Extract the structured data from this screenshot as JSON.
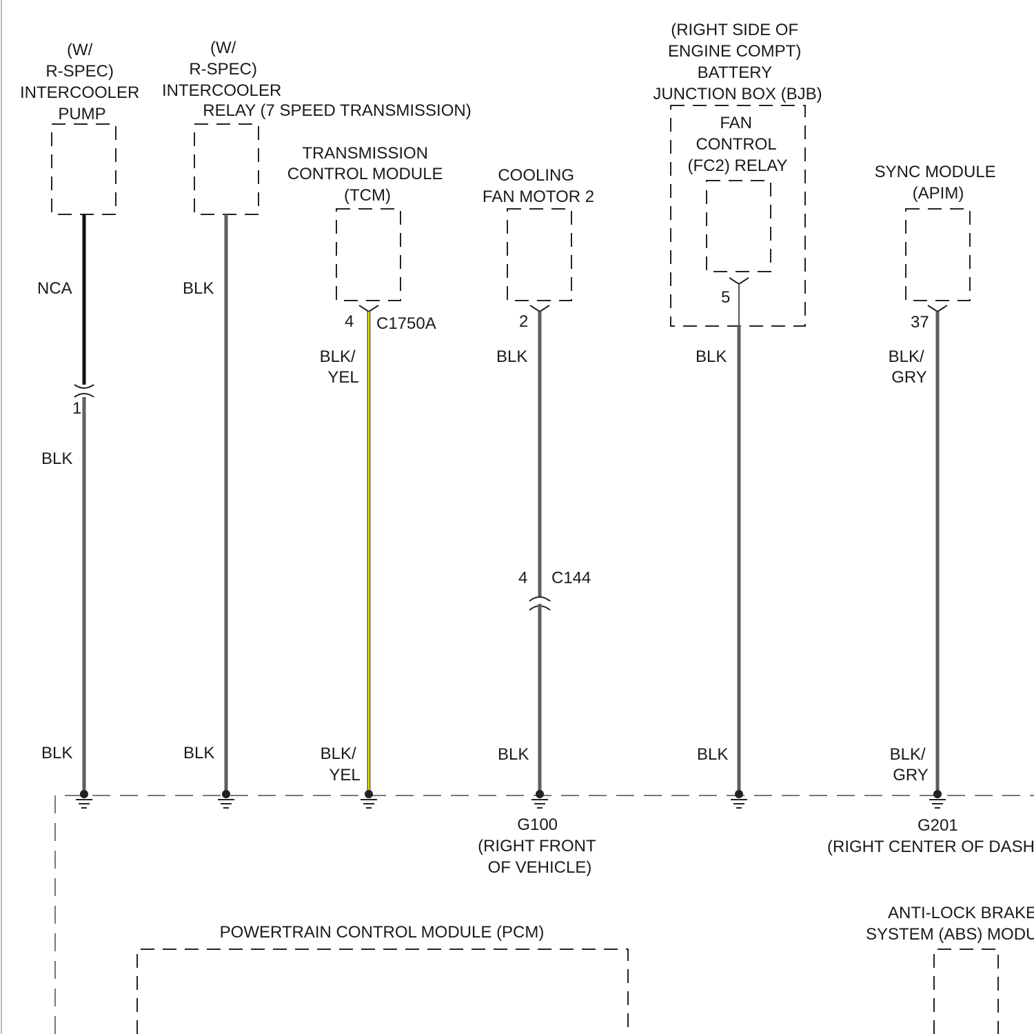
{
  "components": {
    "intercooler_pump": {
      "lines": [
        "(W/",
        "R-SPEC)",
        "INTERCOOLER",
        "PUMP"
      ]
    },
    "intercooler_relay": {
      "lines": [
        "(W/",
        "R-SPEC)",
        "INTERCOOLER",
        "RELAY (7 SPEED TRANSMISSION)"
      ]
    },
    "tcm": {
      "lines": [
        "TRANSMISSION",
        "CONTROL MODULE",
        "(TCM)"
      ]
    },
    "fan_motor": {
      "lines": [
        "COOLING",
        "FAN MOTOR 2"
      ]
    },
    "bjb": {
      "lines": [
        "(RIGHT SIDE OF",
        "ENGINE COMPT)",
        "BATTERY",
        "JUNCTION BOX (BJB)"
      ]
    },
    "fc2_relay": {
      "lines": [
        "FAN",
        "CONTROL",
        "(FC2) RELAY"
      ]
    },
    "sync": {
      "lines": [
        "SYNC MODULE",
        "(APIM)"
      ]
    },
    "pcm": {
      "lines": [
        "POWERTRAIN CONTROL MODULE (PCM)"
      ]
    },
    "abs": {
      "lines": [
        "ANTI-LOCK BRAKE",
        "SYSTEM (ABS) MODULE"
      ]
    }
  },
  "pins": {
    "tcm": "4",
    "tcm_connector": "C1750A",
    "fan_motor": "2",
    "fc2_relay": "5",
    "sync": "37",
    "pump_inline": "1",
    "c144_pin": "4",
    "c144": "C144"
  },
  "wires": {
    "pump_upper": "NCA",
    "pump_lower_1": "BLK",
    "pump_lower_2": "BLK",
    "relay_1": "BLK",
    "relay_2": "BLK",
    "tcm_1": [
      "BLK/",
      "YEL"
    ],
    "tcm_2": [
      "BLK/",
      "YEL"
    ],
    "fan_1": "BLK",
    "fan_2": "BLK",
    "bjb_1": "BLK",
    "bjb_2": "BLK",
    "sync_1": [
      "BLK/",
      "GRY"
    ],
    "sync_2": [
      "BLK/",
      "GRY"
    ]
  },
  "grounds": {
    "g100": [
      "G100",
      "(RIGHT FRONT",
      "OF VEHICLE)"
    ],
    "g201": [
      "G201",
      "(RIGHT CENTER OF DASH)"
    ]
  },
  "colors": {
    "wire_black": "#5e5e5e",
    "wire_nca": "#111111",
    "wire_yellow_stripe": "#e6e600",
    "outline": "#222222"
  }
}
